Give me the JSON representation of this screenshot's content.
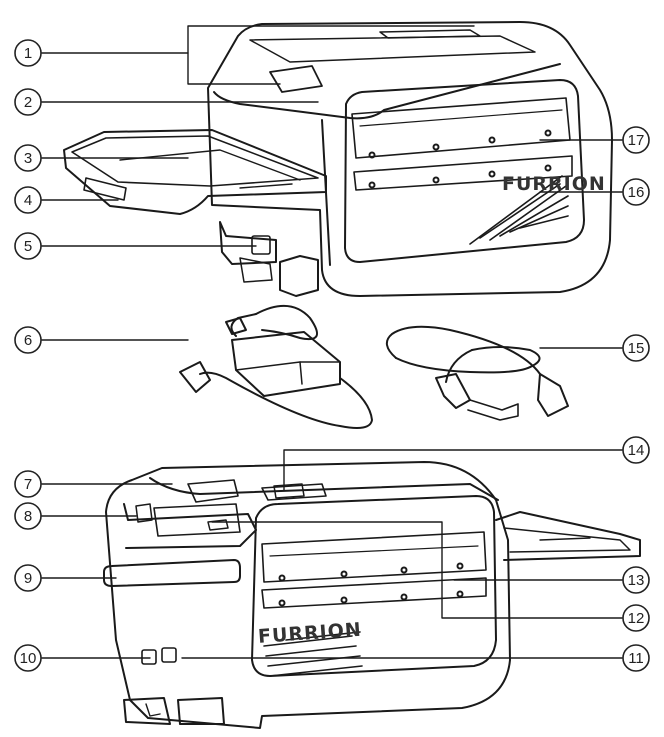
{
  "callouts": [
    {
      "n": "1"
    },
    {
      "n": "2"
    },
    {
      "n": "3"
    },
    {
      "n": "4"
    },
    {
      "n": "5"
    },
    {
      "n": "6"
    },
    {
      "n": "7"
    },
    {
      "n": "8"
    },
    {
      "n": "9"
    },
    {
      "n": "10"
    },
    {
      "n": "11"
    },
    {
      "n": "12"
    },
    {
      "n": "13"
    },
    {
      "n": "14"
    },
    {
      "n": "15"
    },
    {
      "n": "16"
    },
    {
      "n": "17"
    }
  ],
  "brand": "FURRION"
}
